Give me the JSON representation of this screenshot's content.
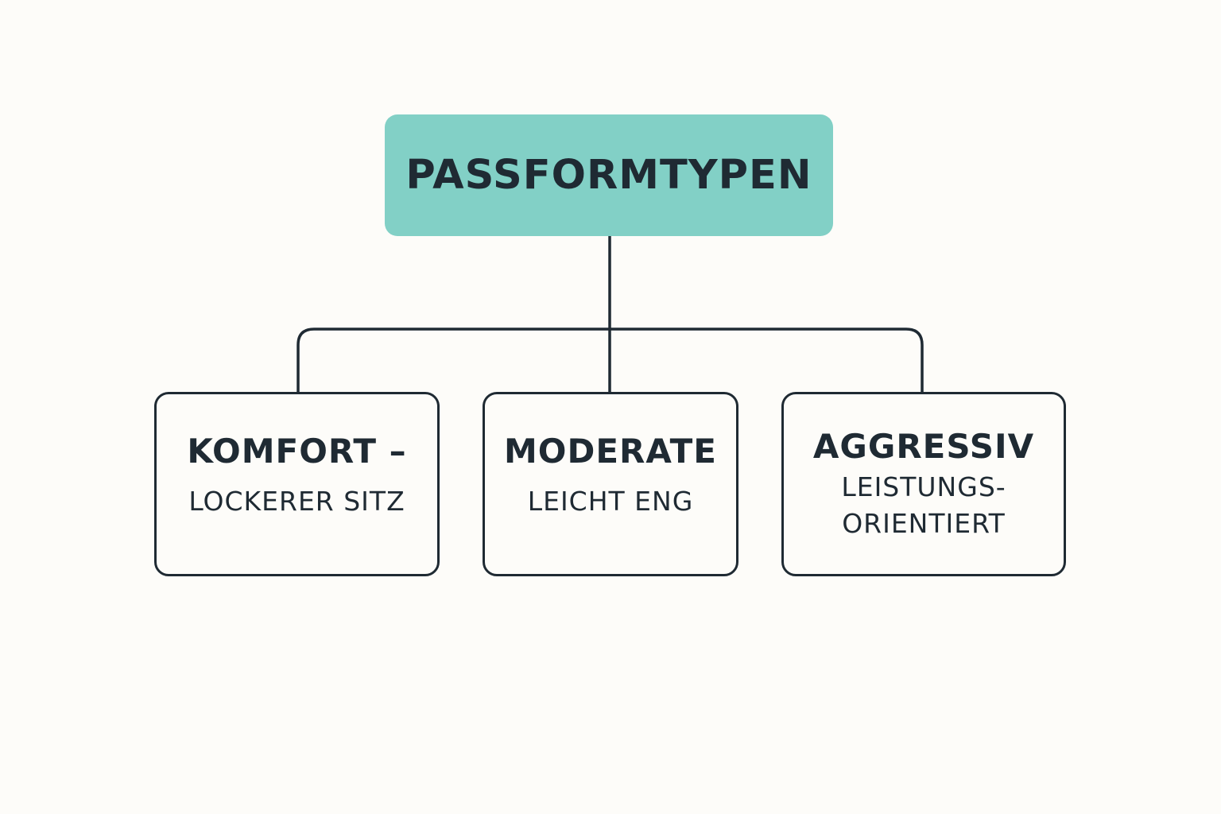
{
  "colors": {
    "background": "#fdfcf9",
    "root_fill": "#82d0c6",
    "ink": "#1f2a33"
  },
  "root": {
    "label": "PASSFORMTYPEN"
  },
  "children": [
    {
      "title": "KOMFORT –",
      "subtitle": "LOCKERER SITZ"
    },
    {
      "title": "MODERATE",
      "subtitle": "LEICHT ENG"
    },
    {
      "title": "AGGRESSIV",
      "subtitle": "LEISTUNGS-\nORIENTIERT"
    }
  ]
}
